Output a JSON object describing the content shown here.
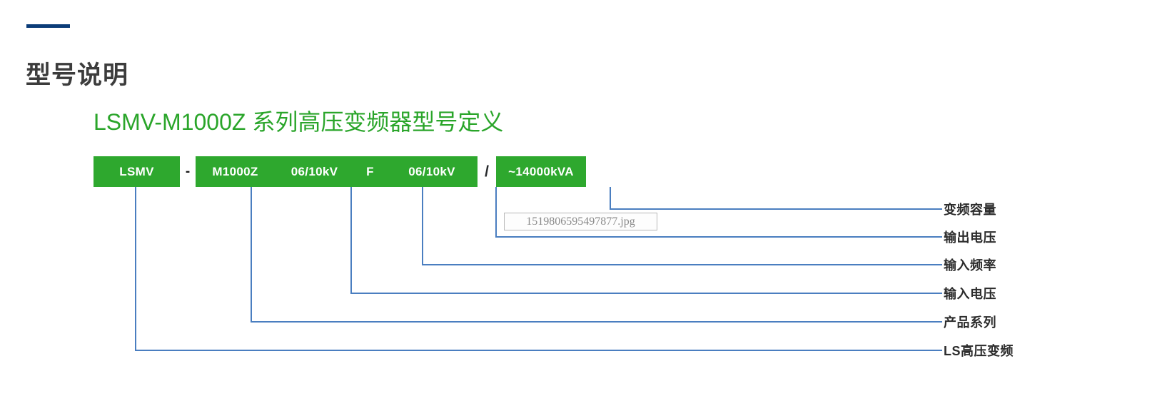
{
  "section": {
    "accent_color": "#0b3c78",
    "title": "型号说明"
  },
  "diagram": {
    "title": "LSMV-M1000Z 系列高压变频器型号定义",
    "title_color": "#2aa52a",
    "box_color": "#2ea82e",
    "line_color": "#4a7ec0",
    "code_parts": [
      {
        "kind": "box",
        "text": "LSMV"
      },
      {
        "kind": "separator",
        "text": "-"
      },
      {
        "kind": "box",
        "text": "M1000Z"
      },
      {
        "kind": "box",
        "text": "06/10kV"
      },
      {
        "kind": "box",
        "text": "F"
      },
      {
        "kind": "box",
        "text": "06/10kV"
      },
      {
        "kind": "separator",
        "text": "/"
      },
      {
        "kind": "box",
        "text": "~14000kVA"
      }
    ],
    "labels": [
      {
        "text": "变频容量",
        "source": "~14000kVA"
      },
      {
        "text": "输出电压",
        "source": "06/10kV"
      },
      {
        "text": "输入频率",
        "source": "F"
      },
      {
        "text": "输入电压",
        "source": "06/10kV"
      },
      {
        "text": "产品系列",
        "source": "M1000Z"
      },
      {
        "text": "LS高压变频",
        "source": "LSMV"
      }
    ]
  },
  "overlay": {
    "filename": "1519806595497877.jpg"
  }
}
